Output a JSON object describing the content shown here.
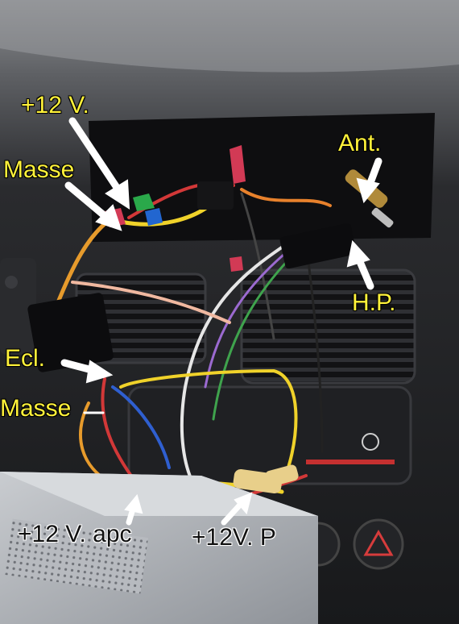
{
  "labels": {
    "plus12v": "+12 V.",
    "masse_top": "Masse",
    "ant": "Ant.",
    "hp": "H.P.",
    "ecl": "Ecl.",
    "masse_left": "Masse",
    "plus12v_apc": "+12 V. apc",
    "plus12v_p": "+12V. P"
  },
  "colors": {
    "label_yellow": "#fff23a",
    "label_white": "#ffffff",
    "arrow": "#ffffff"
  }
}
